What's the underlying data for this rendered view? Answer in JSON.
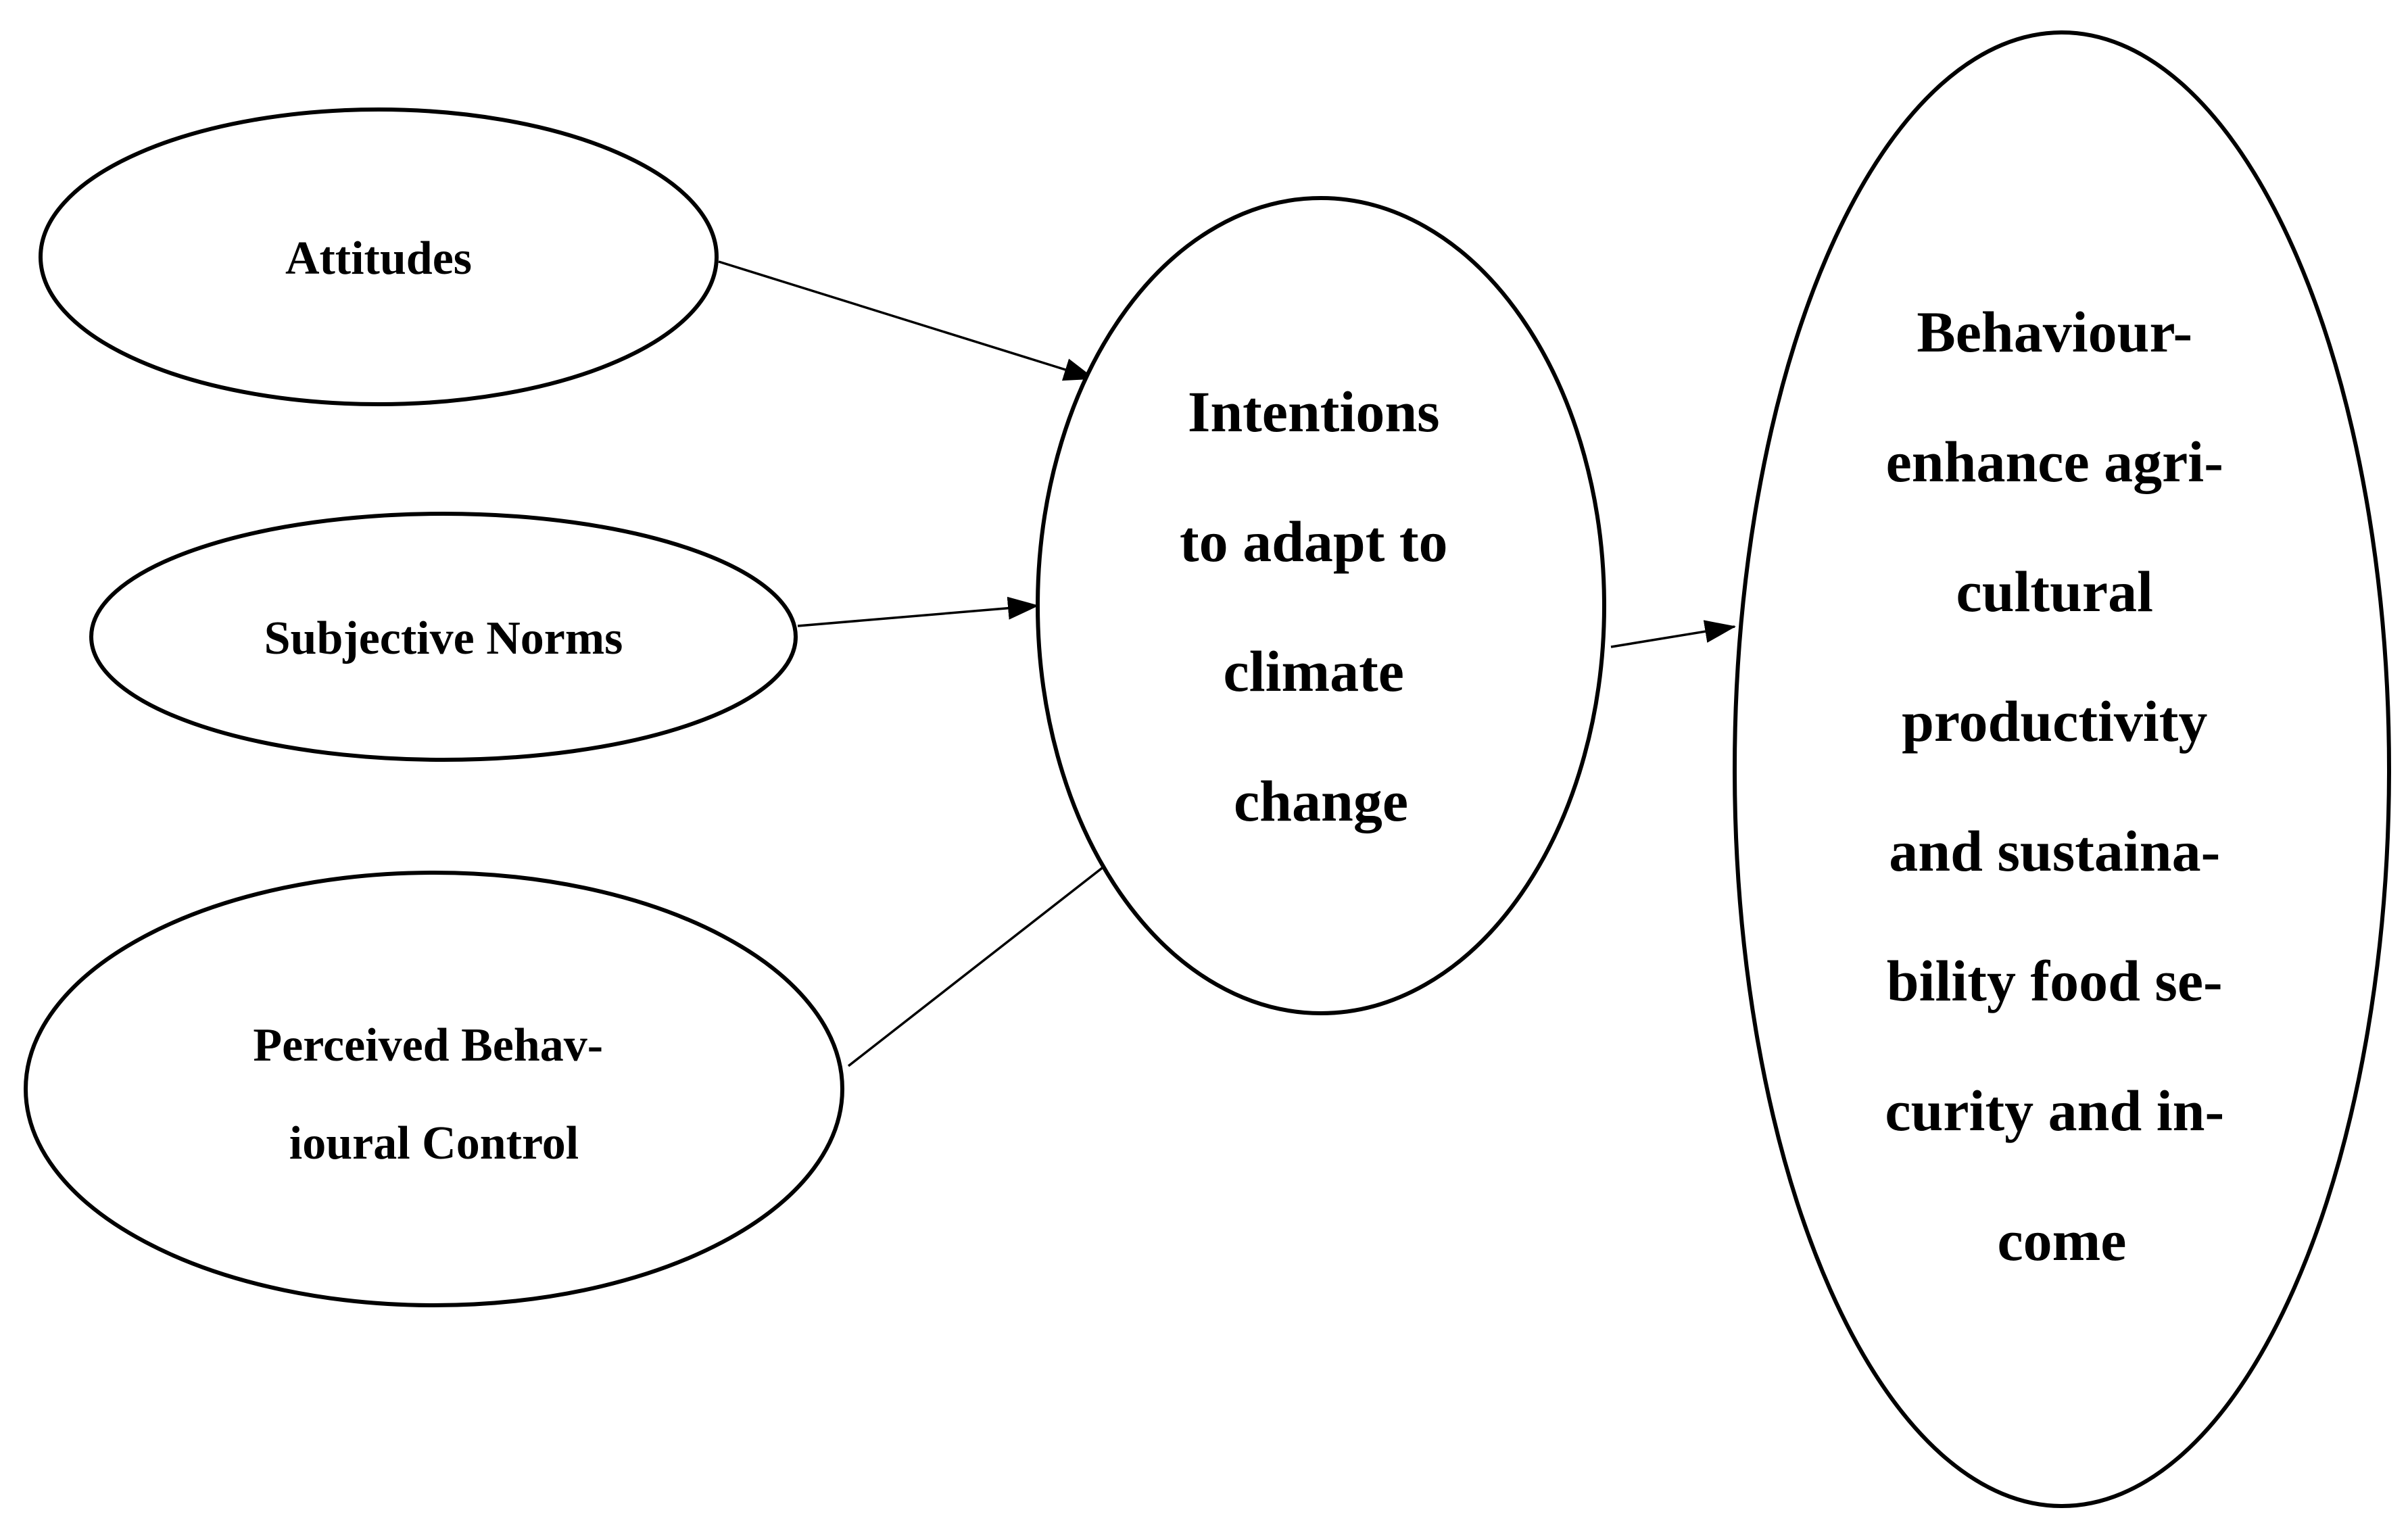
{
  "nodes": {
    "attitudes": {
      "lines": [
        "Attitudes"
      ]
    },
    "subjective_norms": {
      "lines": [
        "Subjective Norms"
      ]
    },
    "perceived_control": {
      "lines": [
        "Perceived Behav-",
        "ioural Control"
      ]
    },
    "intentions": {
      "lines": [
        "Intentions",
        "to adapt to",
        "climate",
        "change"
      ]
    },
    "behaviour": {
      "lines": [
        "Behaviour-",
        "enhance agri-",
        "cultural",
        "productivity",
        "and sustaina-",
        "bility food se-",
        "curity and in-",
        "come"
      ]
    }
  },
  "edges": [
    {
      "from": "Attitudes",
      "to": "Intentions to adapt to climate change"
    },
    {
      "from": "Subjective Norms",
      "to": "Intentions to adapt to climate change"
    },
    {
      "from": "Perceived Behavioural Control",
      "to": "Intentions to adapt to climate change"
    },
    {
      "from": "Intentions to adapt to climate change",
      "to": "Behaviour-enhance agricultural productivity and sustainability food security and income"
    }
  ],
  "colors": {
    "stroke": "#000000",
    "fill": "#ffffff",
    "text": "#000000"
  }
}
